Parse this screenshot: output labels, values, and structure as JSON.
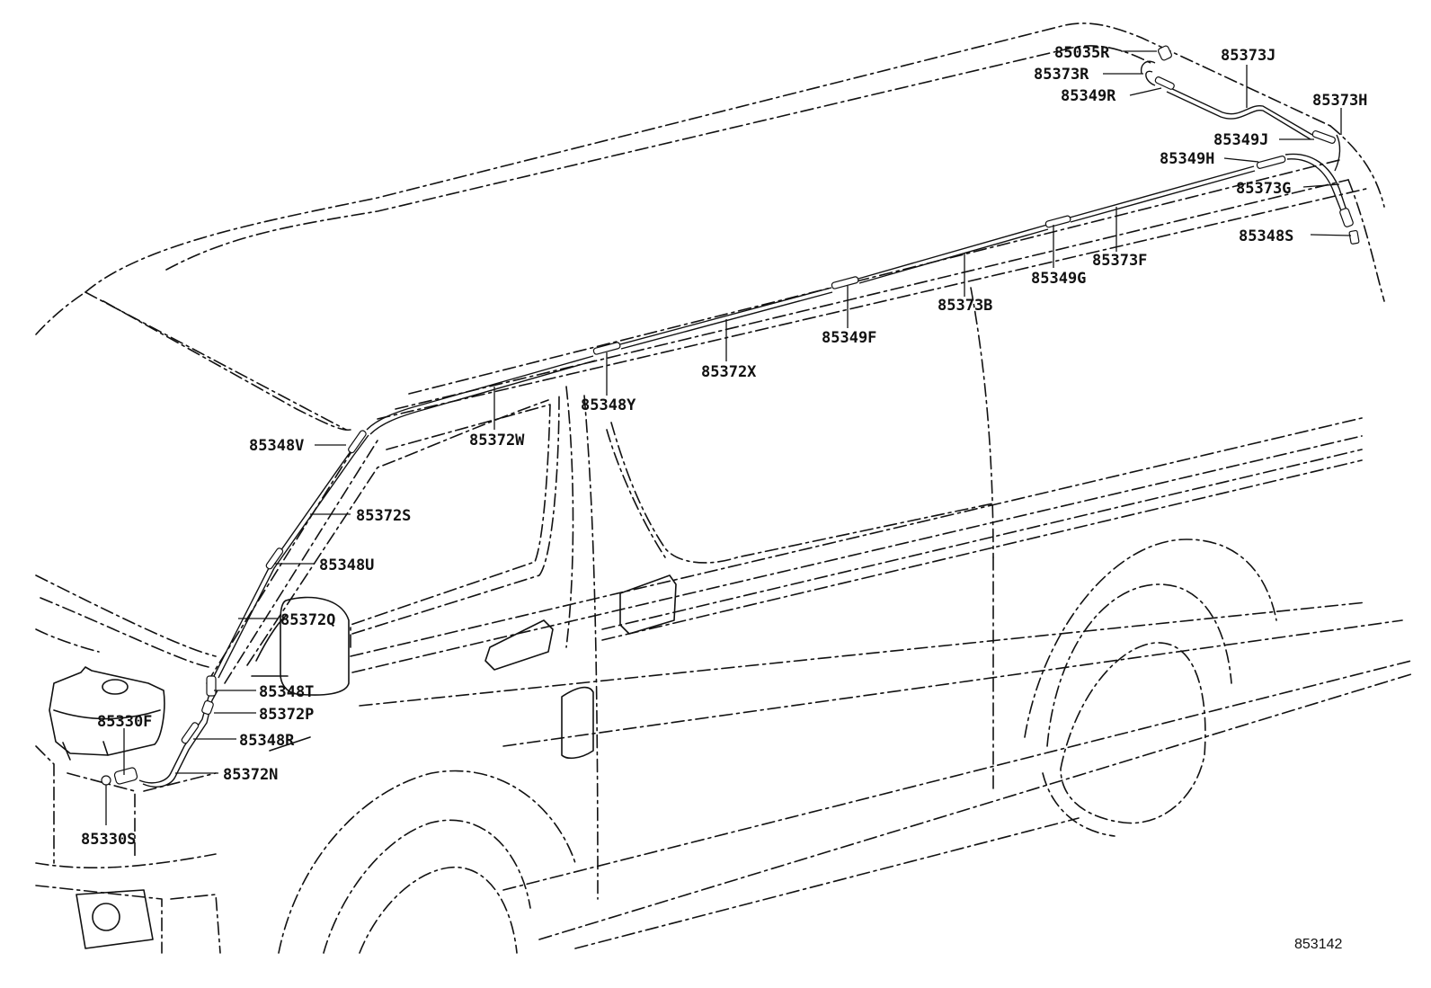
{
  "diagram_id": "853142",
  "parts": [
    {
      "id": "p1",
      "label": "85035R"
    },
    {
      "id": "p2",
      "label": "85373R"
    },
    {
      "id": "p3",
      "label": "85349R"
    },
    {
      "id": "p4",
      "label": "85373J"
    },
    {
      "id": "p5",
      "label": "85373H"
    },
    {
      "id": "p6",
      "label": "85349J"
    },
    {
      "id": "p7",
      "label": "85349H"
    },
    {
      "id": "p8",
      "label": "85373G"
    },
    {
      "id": "p9",
      "label": "85348S"
    },
    {
      "id": "p10",
      "label": "85373F"
    },
    {
      "id": "p11",
      "label": "85349G"
    },
    {
      "id": "p12",
      "label": "85373B"
    },
    {
      "id": "p13",
      "label": "85349F"
    },
    {
      "id": "p14",
      "label": "85372X"
    },
    {
      "id": "p15",
      "label": "85348Y"
    },
    {
      "id": "p16",
      "label": "85372W"
    },
    {
      "id": "p17",
      "label": "85348V"
    },
    {
      "id": "p18",
      "label": "85372S"
    },
    {
      "id": "p19",
      "label": "85348U"
    },
    {
      "id": "p20",
      "label": "85372Q"
    },
    {
      "id": "p21",
      "label": "85348T"
    },
    {
      "id": "p22",
      "label": "85330F"
    },
    {
      "id": "p23",
      "label": "85372P"
    },
    {
      "id": "p24",
      "label": "85348R"
    },
    {
      "id": "p25",
      "label": "85372N"
    },
    {
      "id": "p26",
      "label": "85330S"
    }
  ]
}
